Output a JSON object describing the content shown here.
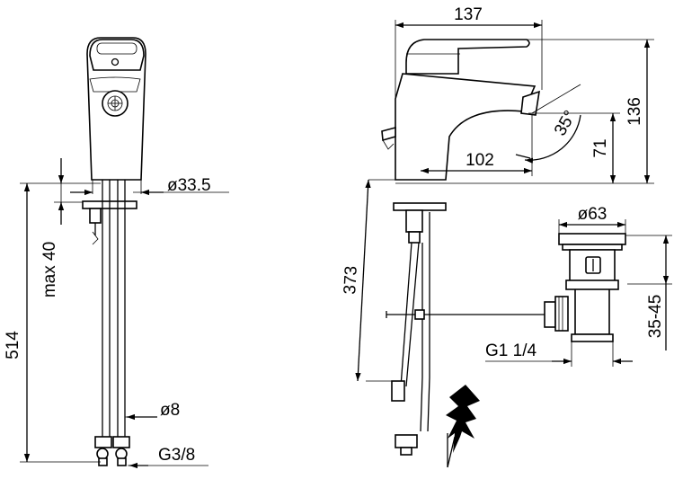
{
  "dimensions": {
    "spout_length": "137",
    "height": "136",
    "reach": "102",
    "spout_height": "71",
    "lever_angle": "35°",
    "body_diameter": "ø33.5",
    "counter_thickness": "max 40",
    "hose_length": "514",
    "inlet_length": "373",
    "hose_diameter": "ø8",
    "hose_thread": "G3/8",
    "waste_diameter": "ø63",
    "waste_range": "35-45",
    "waste_thread": "G1 1/4"
  }
}
